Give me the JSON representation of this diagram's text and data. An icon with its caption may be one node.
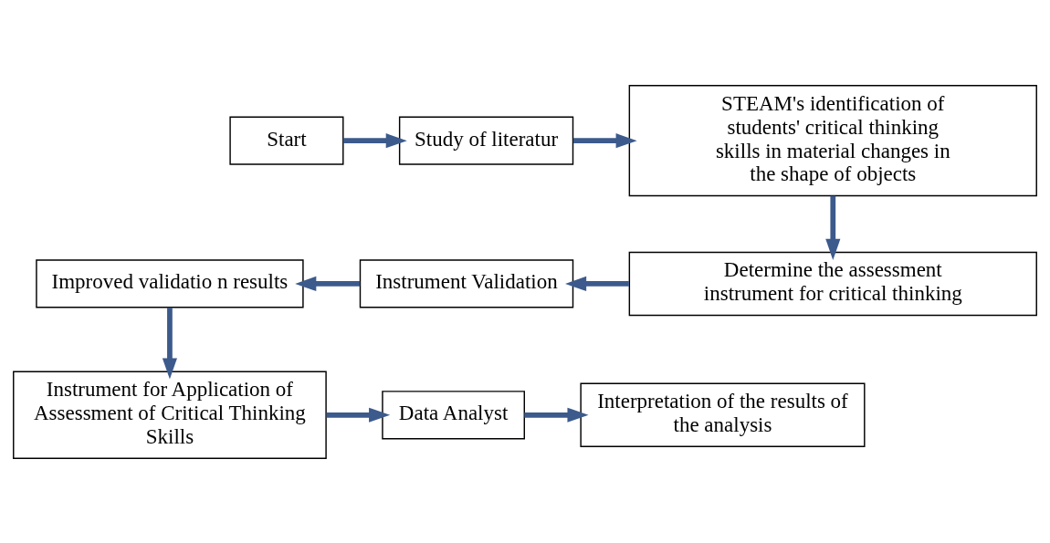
{
  "diagram": {
    "nodes": [
      {
        "text": [
          "Start"
        ]
      },
      {
        "text": [
          "Study of literatur"
        ]
      },
      {
        "text": [
          "STEAM's identification of students' critical thinking skills in material changes in the shape of objects"
        ]
      },
      {
        "text": [
          "Determine the assessment instrument for critical thinking"
        ]
      },
      {
        "text": [
          "Instrument Validation"
        ]
      },
      {
        "text": [
          "Improved validatio n results"
        ]
      },
      {
        "text": [
          "Instrument for Application of Assessment of Critical Thinking Skills"
        ]
      },
      {
        "text": [
          "Data Analyst"
        ]
      },
      {
        "text": [
          "Interpretation of the results of the analysis"
        ]
      }
    ],
    "edges": [
      {
        "from": 0,
        "to": 1,
        "arrow": "to"
      },
      {
        "from": 1,
        "to": 2,
        "arrow": "to"
      },
      {
        "from": 2,
        "to": 3,
        "arrow": "to"
      },
      {
        "from": 3,
        "to": 4,
        "arrow": "to"
      },
      {
        "from": 4,
        "to": 5,
        "arrow": "to"
      },
      {
        "from": 5,
        "to": 6,
        "arrow": "to"
      },
      {
        "from": 6,
        "to": 7,
        "arrow": "to"
      },
      {
        "from": 7,
        "to": 8,
        "arrow": "to"
      }
    ]
  }
}
